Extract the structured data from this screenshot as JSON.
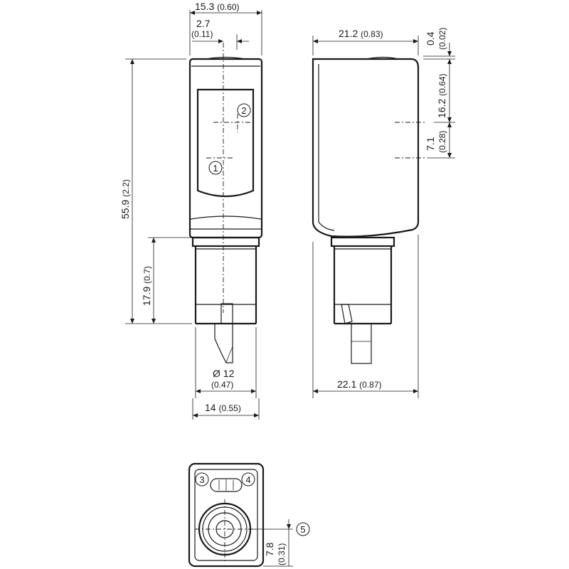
{
  "dimensions": {
    "width_top": {
      "value": "15.3",
      "alt": "(0.60)"
    },
    "offset_top": {
      "value": "2.7",
      "alt": "(0.11)"
    },
    "height_total": {
      "value": "55.9",
      "alt": "(2.2)"
    },
    "height_connector": {
      "value": "17.9",
      "alt": "(0.7)"
    },
    "diameter": {
      "value": "Ø 12",
      "alt": "(0.47)"
    },
    "width_bottom": {
      "value": "14",
      "alt": "(0.55)"
    },
    "depth_top": {
      "value": "21.2",
      "alt": "(0.83)"
    },
    "gap_top": {
      "value": "0.4",
      "alt": "(0.02)"
    },
    "axis_upper": {
      "value": "16.2",
      "alt": "(0.64)"
    },
    "axis_lower": {
      "value": "7.1",
      "alt": "(0.28)"
    },
    "depth_bottom": {
      "value": "22.1",
      "alt": "(0.87)"
    },
    "height_bottom_view": {
      "value": "7.8",
      "alt": "(0.31)"
    }
  },
  "callouts": {
    "c1": "①",
    "c2": "②",
    "c3": "③",
    "c4": "④",
    "c5": "⑤"
  }
}
